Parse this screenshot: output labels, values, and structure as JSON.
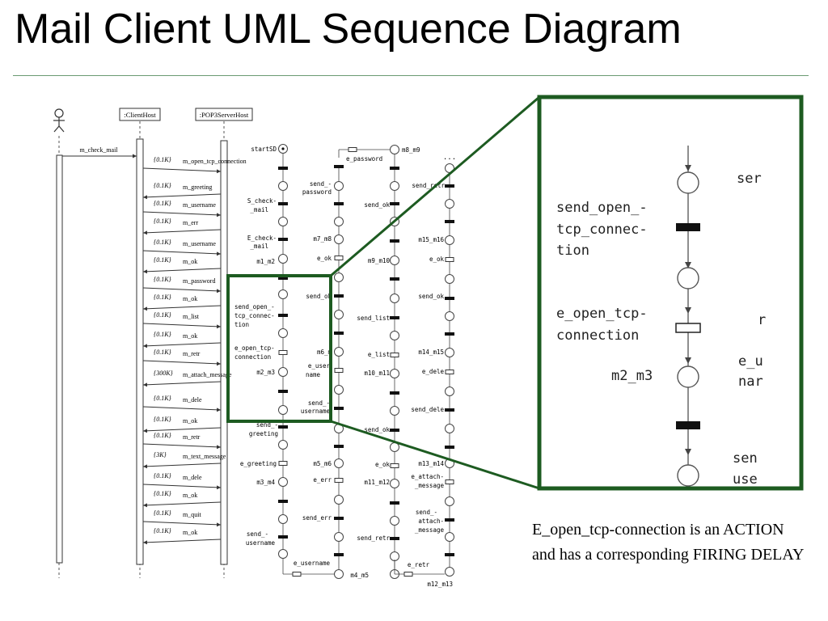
{
  "title": "Mail Client UML Sequence Diagram",
  "caption": "E_open_tcp-connection is an ACTION and has a corresponding FIRING DELAY",
  "sequence": {
    "lifelines": [
      ":ClientHost",
      ":POP3ServerHost"
    ],
    "messages": [
      {
        "label": "m_check_mail",
        "size": ""
      },
      {
        "label": "m_open_tcp_connection",
        "size": "{0.1K}"
      },
      {
        "label": "m_greeting",
        "size": "{0.1K}"
      },
      {
        "label": "m_username",
        "size": "{0.1K}"
      },
      {
        "label": "m_err",
        "size": "{0.1K}"
      },
      {
        "label": "m_username",
        "size": "{0.1K}"
      },
      {
        "label": "m_ok",
        "size": "{0.1K}"
      },
      {
        "label": "m_password",
        "size": "{0.1K}"
      },
      {
        "label": "m_ok",
        "size": "{0.1K}"
      },
      {
        "label": "m_list",
        "size": "{0.1K}"
      },
      {
        "label": "m_ok",
        "size": "{0.1K}"
      },
      {
        "label": "m_retr",
        "size": "{0.1K}"
      },
      {
        "label": "m_attach_message",
        "size": "{300K}"
      },
      {
        "label": "m_dele",
        "size": "{0.1K}"
      },
      {
        "label": "m_ok",
        "size": "{0.1K}"
      },
      {
        "label": "m_retr",
        "size": "{0.1K}"
      },
      {
        "label": "m_text_message",
        "size": "{3K}"
      },
      {
        "label": "m_dele",
        "size": "{0.1K}"
      },
      {
        "label": "m_ok",
        "size": "{0.1K}"
      },
      {
        "label": "m_quit",
        "size": "{0.1K}"
      },
      {
        "label": "m_ok",
        "size": "{0.1K}"
      }
    ]
  },
  "petri": {
    "col1": [
      "startSD",
      "S_check-_mail",
      "E_check-_mail",
      "m1_m2",
      "send_open_-tcp_connec-tion",
      "e_open_tcp-connection",
      "m2_m3",
      "send_-greeting",
      "e_greeting",
      "m3_m4",
      "send_-username"
    ],
    "col2": [
      "send_-password",
      "m7_m8",
      "e_ok",
      "send_ok",
      "m6_m",
      "e_user name",
      "send_-username",
      "m5_m6",
      "e_err",
      "send_err",
      "e_username"
    ],
    "col3": [
      "e_password",
      "m8_m9",
      "send_ok",
      "m9_m10",
      "send_list",
      "e_list",
      "m10_m11",
      "send_ok",
      "e_ok",
      "m11_m12",
      "send_retr",
      "e_retr"
    ],
    "col4": [
      "send_retr",
      "m15_m16",
      "e_ok",
      "send_ok",
      "m14_m15",
      "e_dele",
      "send_dele",
      "m13_m14",
      "e_attach-_message",
      "send_-attach-_message",
      "m12_m13",
      "m4_m5"
    ]
  },
  "zoom": {
    "left_labels": [
      "send_open_-",
      "tcp_connec-",
      "tion",
      "e_open_tcp-",
      "connection",
      "m2_m3"
    ],
    "right_labels": [
      "ser",
      "r",
      "e_u",
      "nar",
      "sen",
      "use"
    ]
  },
  "colors": {
    "highlight": "#1d5b21",
    "rule": "#6a9a72"
  }
}
